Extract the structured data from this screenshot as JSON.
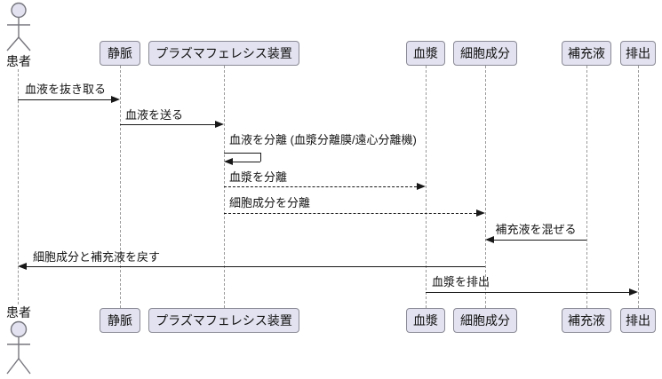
{
  "colors": {
    "background": "#ffffff",
    "participant_fill": "#e2e2f0",
    "participant_border": "#8a8a96",
    "lifeline": "#9a9a9a",
    "message_line": "#181818",
    "text": "#131313"
  },
  "actor": {
    "label": "患者"
  },
  "participants": [
    {
      "label": "静脈"
    },
    {
      "label": "プラズマフェレシス装置"
    },
    {
      "label": "血漿"
    },
    {
      "label": "細胞成分"
    },
    {
      "label": "補充液"
    },
    {
      "label": "排出"
    }
  ],
  "messages": [
    {
      "text": "血液を抜き取る",
      "from": "患者",
      "to": "静脈",
      "line": "solid"
    },
    {
      "text": "血液を送る",
      "from": "静脈",
      "to": "プラズマフェレシス装置",
      "line": "solid"
    },
    {
      "text": "血液を分離 (血漿分離膜/遠心分離機)",
      "from": "プラズマフェレシス装置",
      "to": "プラズマフェレシス装置",
      "line": "self"
    },
    {
      "text": "血漿を分離",
      "from": "プラズマフェレシス装置",
      "to": "血漿",
      "line": "dashed"
    },
    {
      "text": "細胞成分を分離",
      "from": "プラズマフェレシス装置",
      "to": "細胞成分",
      "line": "dashed"
    },
    {
      "text": "補充液を混ぜる",
      "from": "補充液",
      "to": "細胞成分",
      "line": "solid"
    },
    {
      "text": "細胞成分と補充液を戻す",
      "from": "細胞成分",
      "to": "患者",
      "line": "solid"
    },
    {
      "text": "血漿を排出",
      "from": "血漿",
      "to": "排出",
      "line": "solid"
    }
  ]
}
